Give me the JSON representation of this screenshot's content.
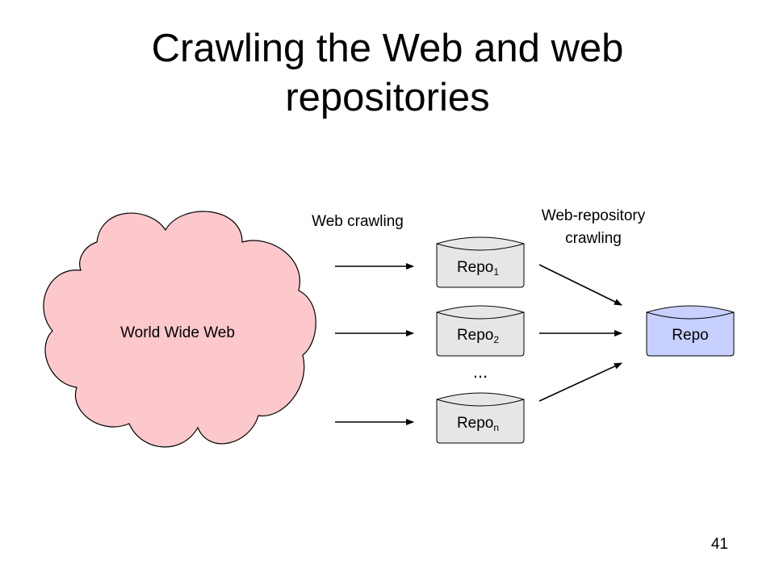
{
  "slide": {
    "title_line1": "Crawling the Web and web",
    "title_line2": "repositories",
    "page_number": "41"
  },
  "diagram": {
    "cloud_label": "World Wide Web",
    "web_crawling_label": "Web crawling",
    "repository_crawling_label_line1": "Web-repository",
    "repository_crawling_label_line2": "crawling",
    "repos": [
      {
        "base": "Repo",
        "subscript": "1"
      },
      {
        "base": "Repo",
        "subscript": "2"
      },
      {
        "base": "Repo",
        "subscript": "n"
      }
    ],
    "ellipsis": "...",
    "target_repo_label": "Repo",
    "colors": {
      "cloud_fill": "#fcc8cc",
      "repo_fill": "#e6e6e6",
      "target_repo_fill": "#c8d0ff",
      "outline": "#000000"
    }
  }
}
